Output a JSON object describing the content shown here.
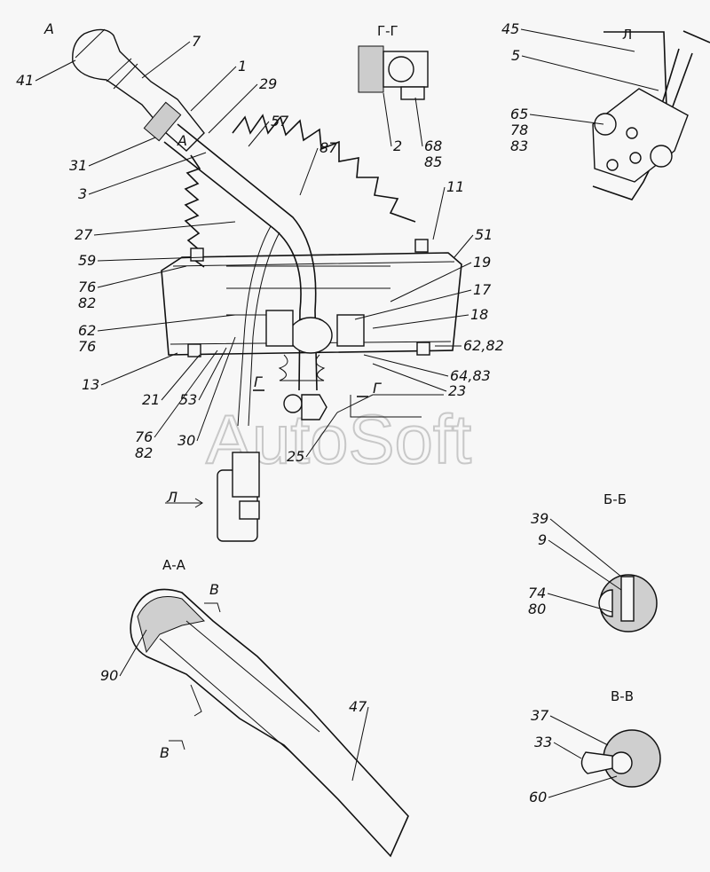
{
  "title": "Gear shift lever mechanism assembly drawing",
  "watermark": "AutoSoft",
  "section_labels": {
    "gg": "Г-Г",
    "l_view": "Л",
    "bb": "Б-Б",
    "aa": "А-А",
    "vv": "В-В"
  },
  "callouts": [
    {
      "lines": [
        "А"
      ]
    },
    {
      "lines": [
        "41"
      ]
    },
    {
      "lines": [
        "7"
      ]
    },
    {
      "lines": [
        "1"
      ]
    },
    {
      "lines": [
        "29"
      ]
    },
    {
      "lines": [
        "57"
      ]
    },
    {
      "lines": [
        "31"
      ]
    },
    {
      "lines": [
        "А"
      ]
    },
    {
      "lines": [
        "3"
      ]
    },
    {
      "lines": [
        "87"
      ]
    },
    {
      "lines": [
        "11"
      ]
    },
    {
      "lines": [
        "27"
      ]
    },
    {
      "lines": [
        "51"
      ]
    },
    {
      "lines": [
        "59"
      ]
    },
    {
      "lines": [
        "19"
      ]
    },
    {
      "lines": [
        "76",
        "82"
      ]
    },
    {
      "lines": [
        "17"
      ]
    },
    {
      "lines": [
        "62",
        "76"
      ]
    },
    {
      "lines": [
        "18"
      ]
    },
    {
      "lines": [
        "62,82"
      ]
    },
    {
      "lines": [
        "13"
      ]
    },
    {
      "lines": [
        "21"
      ]
    },
    {
      "lines": [
        "53"
      ]
    },
    {
      "lines": [
        "64,83"
      ]
    },
    {
      "lines": [
        "23"
      ]
    },
    {
      "lines": [
        "76",
        "82"
      ]
    },
    {
      "lines": [
        "30"
      ]
    },
    {
      "lines": [
        "Г"
      ]
    },
    {
      "lines": [
        "Г"
      ]
    },
    {
      "lines": [
        "25"
      ]
    },
    {
      "lines": [
        "Л"
      ]
    },
    {
      "lines": [
        "2"
      ]
    },
    {
      "lines": [
        "68",
        "85"
      ]
    },
    {
      "lines": [
        "45"
      ]
    },
    {
      "lines": [
        "5"
      ]
    },
    {
      "lines": [
        "65",
        "78",
        "83"
      ]
    },
    {
      "lines": [
        "39"
      ]
    },
    {
      "lines": [
        "9"
      ]
    },
    {
      "lines": [
        "74",
        "80"
      ]
    },
    {
      "lines": [
        "В"
      ]
    },
    {
      "lines": [
        "90"
      ]
    },
    {
      "lines": [
        "В"
      ]
    },
    {
      "lines": [
        "47"
      ]
    },
    {
      "lines": [
        "37"
      ]
    },
    {
      "lines": [
        "33"
      ]
    },
    {
      "lines": [
        "60"
      ]
    }
  ]
}
